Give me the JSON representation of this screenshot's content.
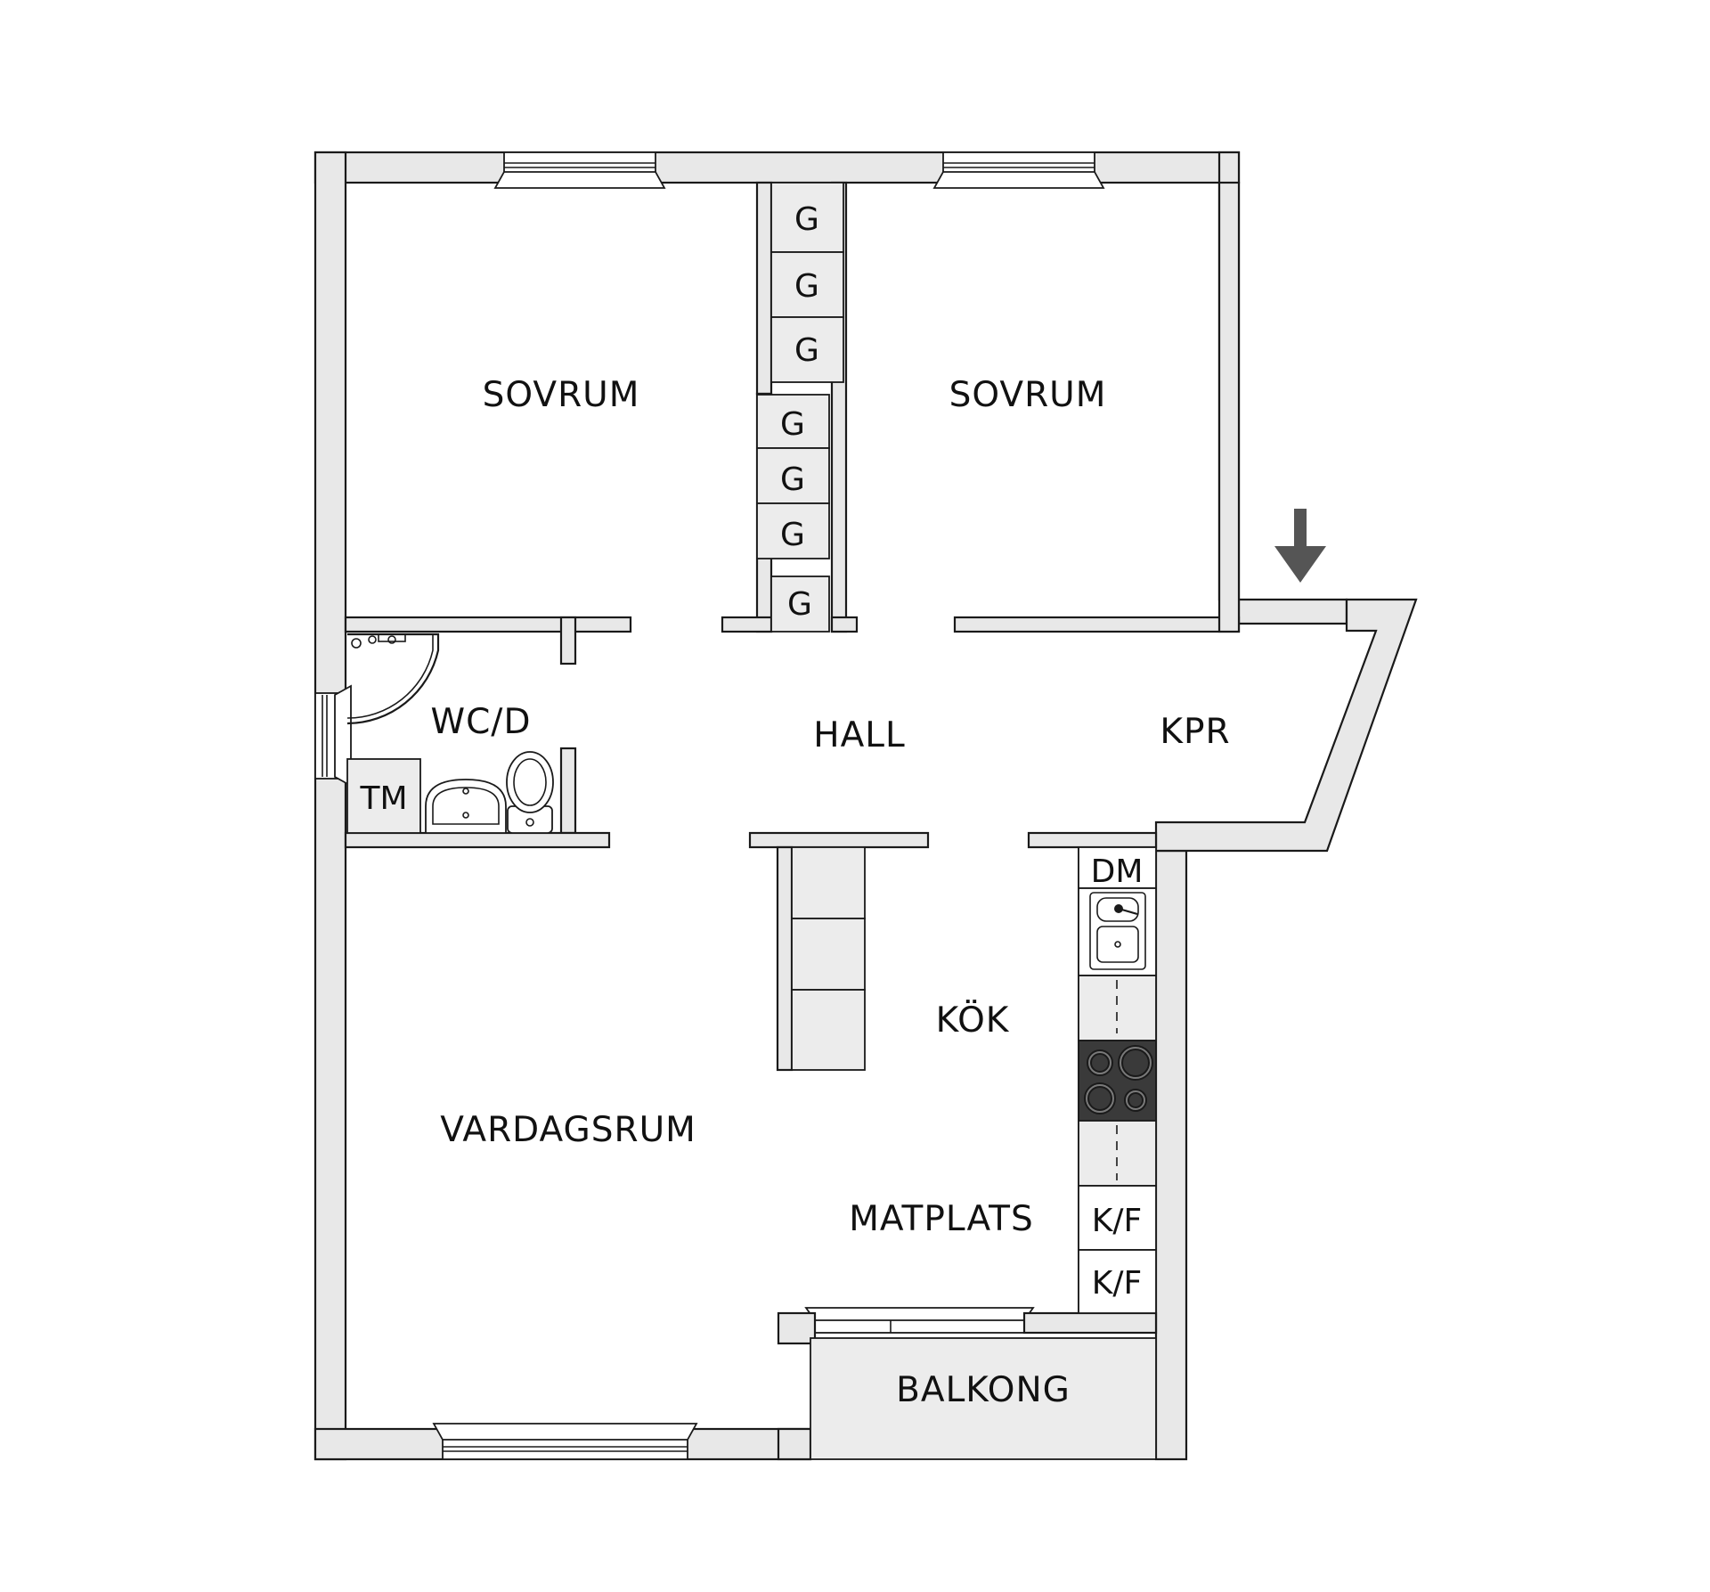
{
  "rooms": {
    "sovrum_left": "SOVRUM",
    "sovrum_right": "SOVRUM",
    "hall": "HALL",
    "kpr": "KPR",
    "wcd": "WC/D",
    "tm": "TM",
    "kok": "KÖK",
    "vardagsrum": "VARDAGSRUM",
    "matplats": "MATPLATS",
    "balkong": "BALKONG"
  },
  "wardrobes": [
    "G",
    "G",
    "G",
    "G",
    "G",
    "G",
    "G"
  ],
  "kitchen": {
    "dishwasher": "DM",
    "fridge_freezers": [
      "K/F",
      "K/F"
    ]
  },
  "colors": {
    "wall_fill": "#e8e8e8",
    "stroke": "#1a1a1a",
    "stove": "#3a3a3a",
    "entrance_arrow": "#555555"
  },
  "icons": {
    "entrance": "down-arrow-icon"
  }
}
